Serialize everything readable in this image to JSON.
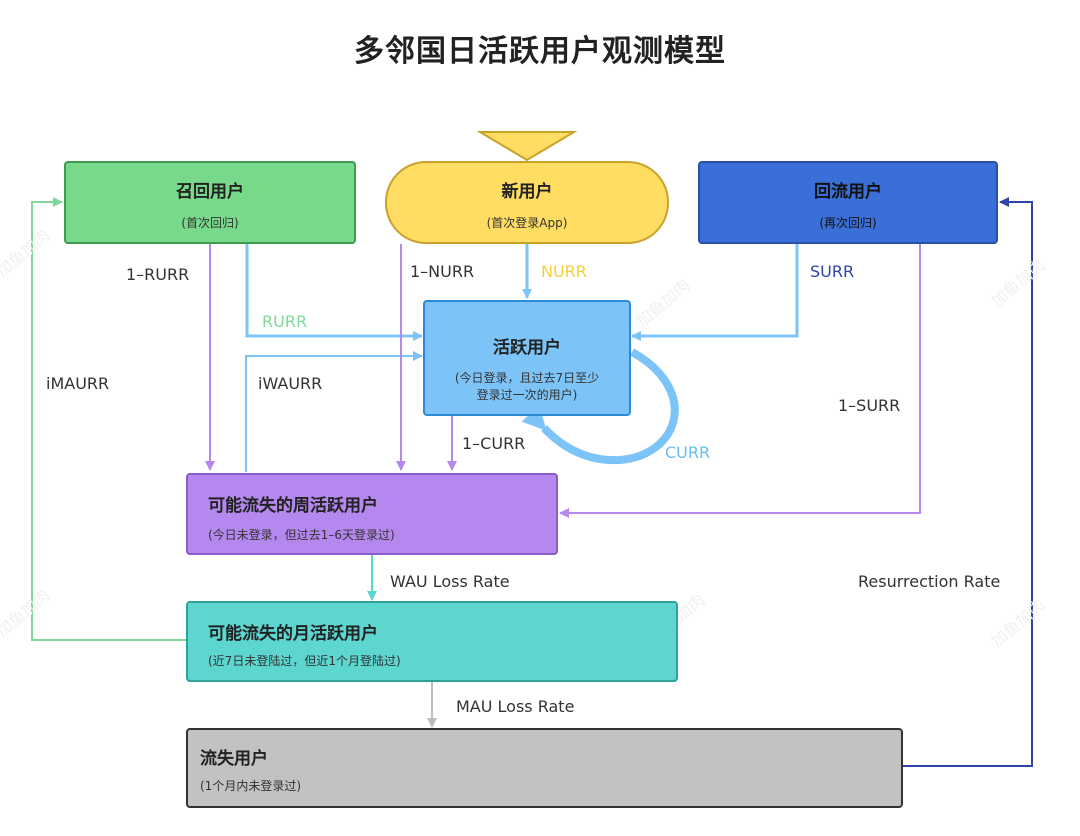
{
  "title": "多邻国日活跃用户观测模型",
  "colors": {
    "recall_fill": "#78d98a",
    "recall_border": "#3f9a4f",
    "new_fill": "#ffdc62",
    "new_border": "#c8a22a",
    "return_fill": "#3a6fd8",
    "return_border": "#2a4fa8",
    "active_fill": "#7cc4f8",
    "active_border": "#2d8ad6",
    "weekly_fill": "#b488ee",
    "weekly_border": "#8a5ccc",
    "monthly_fill": "#5cd6cf",
    "monthly_border": "#2ea39c",
    "lost_fill": "#c2c2c2",
    "lost_border": "#333333",
    "edge_blue": "#7cc4f8",
    "edge_purple": "#b488ee",
    "edge_green": "#7fd89a",
    "edge_teal": "#5cd6cf",
    "edge_gray": "#bdbdbd",
    "edge_navy": "#2b46a8",
    "label_rurr": "#7fd89a",
    "label_nurr": "#f5cd3d",
    "label_surr": "#2b46a8",
    "label_curr": "#6bbcf2"
  },
  "nodes": {
    "recall": {
      "title": "召回用户",
      "subtitle": "(首次回归)"
    },
    "new_user": {
      "title": "新用户",
      "subtitle": "(首次登录App)"
    },
    "return": {
      "title": "回流用户",
      "subtitle": "(再次回归)"
    },
    "active": {
      "title": "活跃用户",
      "subtitle_line1": "(今日登录，且过去7日至少",
      "subtitle_line2": "登录过一次的用户)"
    },
    "weekly": {
      "title": "可能流失的周活跃用户",
      "subtitle": "(今日未登录，但过去1–6天登录过)"
    },
    "monthly": {
      "title": "可能流失的月活跃用户",
      "subtitle": "(近7日未登陆过，但近1个月登陆过)"
    },
    "lost": {
      "title": "流失用户",
      "subtitle": "(1个月内未登录过)"
    }
  },
  "edge_labels": {
    "rurr_inv": "1–RURR",
    "rurr": "RURR",
    "nurr_inv": "1–NURR",
    "nurr": "NURR",
    "surr": "SURR",
    "surr_inv": "1–SURR",
    "imaurr": "iMAURR",
    "iwaurr": "iWAURR",
    "curr_inv": "1–CURR",
    "curr": "CURR",
    "wau_loss": "WAU Loss Rate",
    "mau_loss": "MAU Loss Rate",
    "resurrection": "Resurrection Rate"
  },
  "watermark": "加鱼加肉"
}
